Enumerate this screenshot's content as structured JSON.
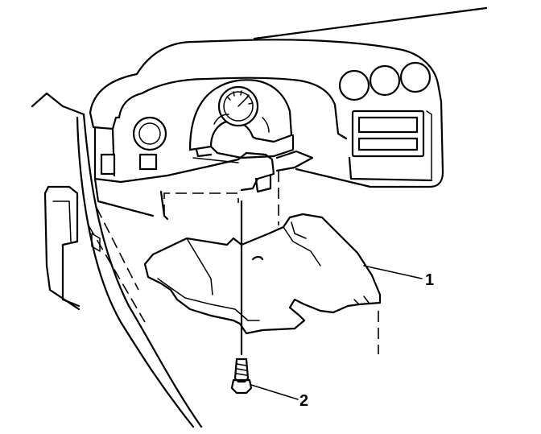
{
  "diagram": {
    "callouts": [
      {
        "id": "callout-1",
        "number": "1"
      },
      {
        "id": "callout-2",
        "number": "2"
      }
    ]
  }
}
